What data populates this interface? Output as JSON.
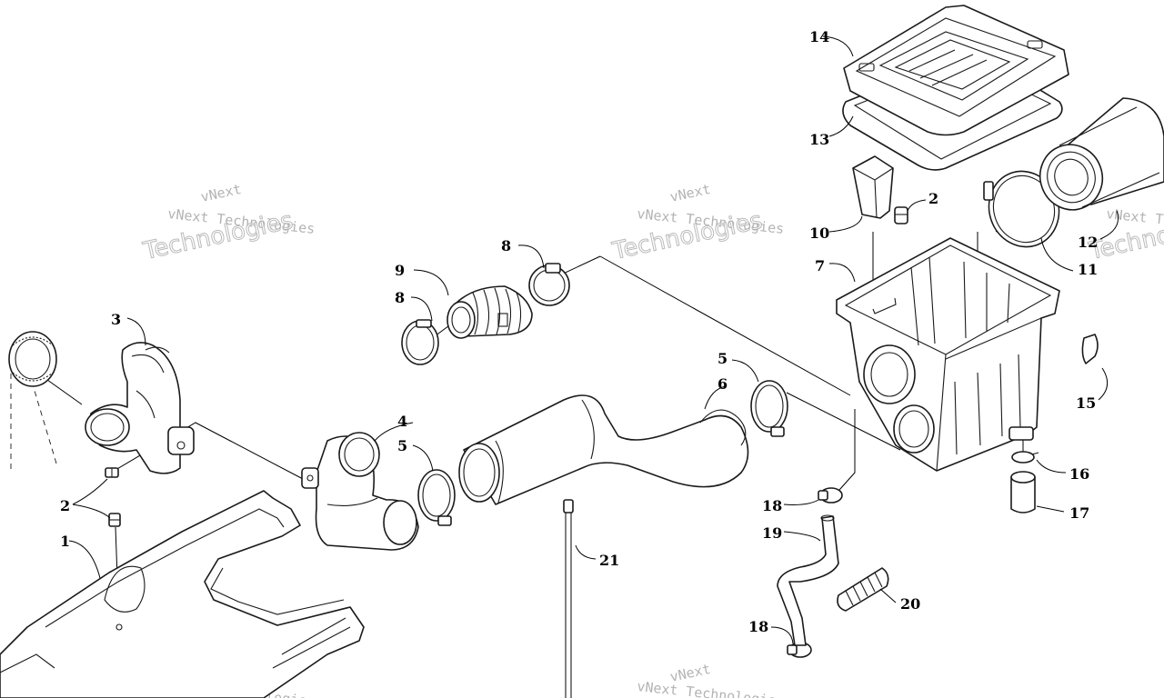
{
  "watermark": {
    "line1": "vNext Technologies",
    "line2": "Technologies",
    "mark": "vNext"
  },
  "callouts": [
    {
      "id": "c1",
      "text": "1"
    },
    {
      "id": "c2a",
      "text": "2"
    },
    {
      "id": "c2b",
      "text": "2"
    },
    {
      "id": "c3",
      "text": "3"
    },
    {
      "id": "c4",
      "text": "4"
    },
    {
      "id": "c5a",
      "text": "5"
    },
    {
      "id": "c5b",
      "text": "5"
    },
    {
      "id": "c6",
      "text": "6"
    },
    {
      "id": "c7",
      "text": "7"
    },
    {
      "id": "c8a",
      "text": "8"
    },
    {
      "id": "c8b",
      "text": "8"
    },
    {
      "id": "c9",
      "text": "9"
    },
    {
      "id": "c10",
      "text": "10"
    },
    {
      "id": "c11",
      "text": "11"
    },
    {
      "id": "c12",
      "text": "12"
    },
    {
      "id": "c13",
      "text": "13"
    },
    {
      "id": "c14",
      "text": "14"
    },
    {
      "id": "c15",
      "text": "15"
    },
    {
      "id": "c16",
      "text": "16"
    },
    {
      "id": "c17",
      "text": "17"
    },
    {
      "id": "c18a",
      "text": "18"
    },
    {
      "id": "c18b",
      "text": "18"
    },
    {
      "id": "c19",
      "text": "19"
    },
    {
      "id": "c20",
      "text": "20"
    },
    {
      "id": "c21",
      "text": "21"
    }
  ]
}
